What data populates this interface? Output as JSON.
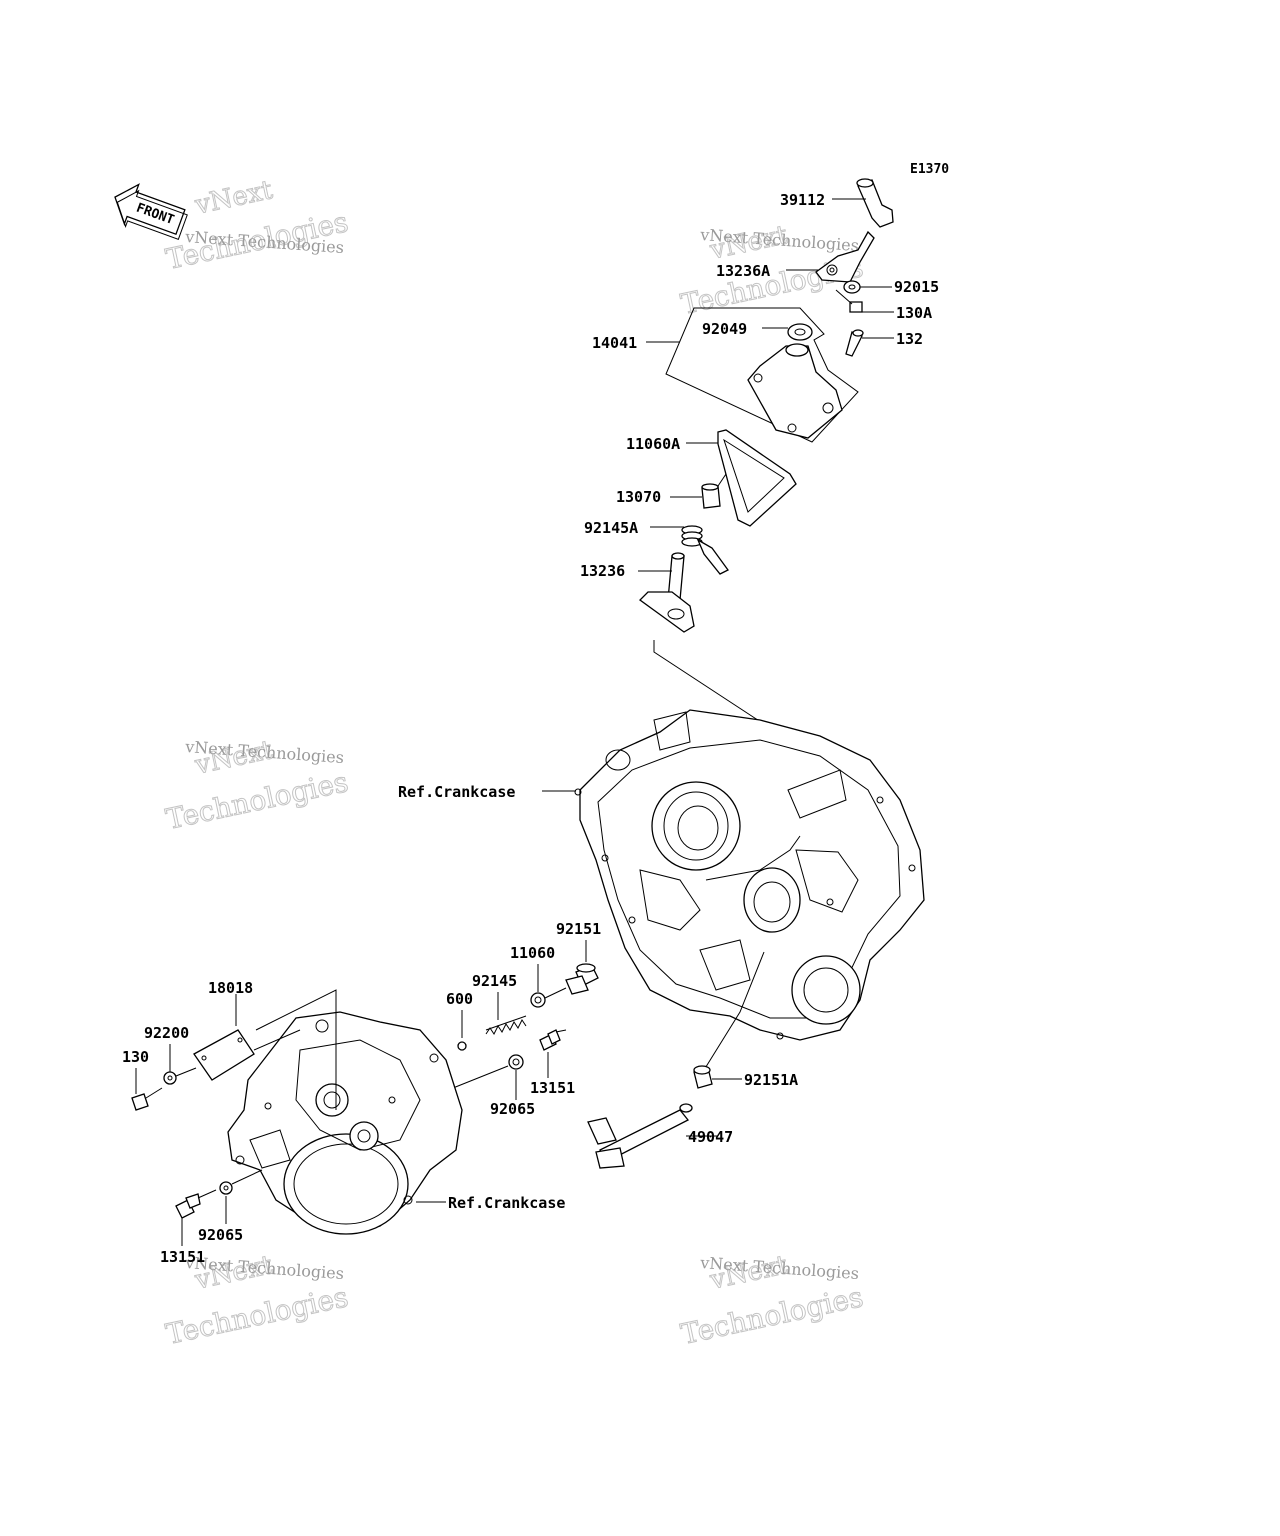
{
  "diagram": {
    "code": "E1370",
    "front_label": "FRONT",
    "watermark": {
      "line1": "vNext Technologies",
      "line2": "vNext",
      "line3": "Technologies"
    },
    "labels": {
      "p39112": "39112",
      "p13236A": "13236A",
      "p92015": "92015",
      "p130A": "130A",
      "p132": "132",
      "p14041": "14041",
      "p92049": "92049",
      "p11060A": "11060A",
      "p13070": "13070",
      "p92145A": "92145A",
      "p13236": "13236",
      "ref_crankcase_1": "Ref.Crankcase",
      "p92151": "92151",
      "p11060": "11060",
      "p92145": "92145",
      "p600": "600",
      "p18018": "18018",
      "p92200": "92200",
      "p130": "130",
      "p13151_a": "13151",
      "p92065_a": "92065",
      "p92151A": "92151A",
      "p49047": "49047",
      "ref_crankcase_2": "Ref.Crankcase",
      "p92065_b": "92065",
      "p13151_b": "13151"
    }
  }
}
